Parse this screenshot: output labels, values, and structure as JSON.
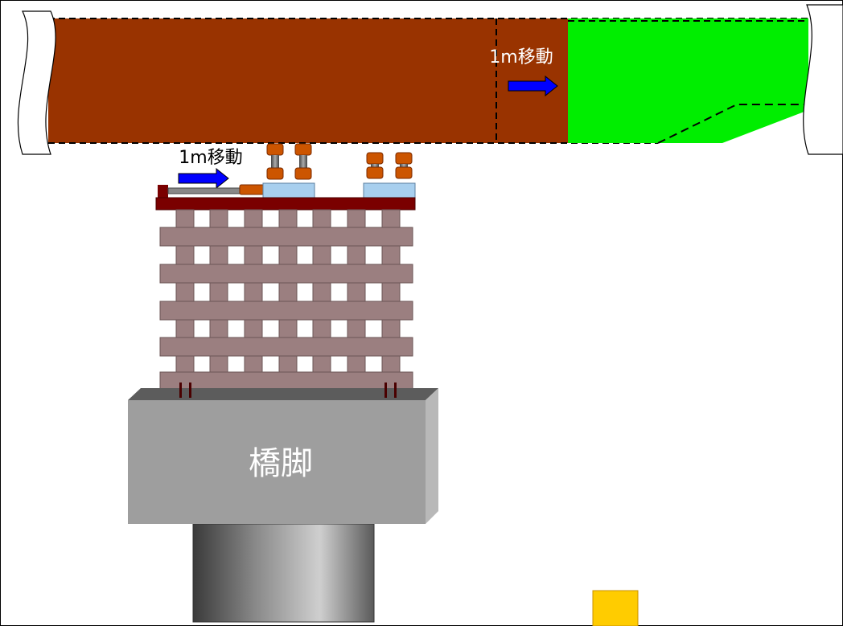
{
  "labels": {
    "girder_move": "1m移動",
    "jack_move": "1m移動",
    "pier": "橋脚"
  },
  "colors": {
    "background": "#ffffff",
    "girder_brown": "#993300",
    "new_section_green": "#00ee00",
    "arrow_blue": "#0000ff",
    "crib_timber": "#9b7f80",
    "beam_dark_red": "#7a0000",
    "jack_orange": "#cc5500",
    "jack_base_blue": "#a8cfee",
    "pier_gray": "#9e9e9e",
    "small_square_yellow": "#ffcc00"
  }
}
